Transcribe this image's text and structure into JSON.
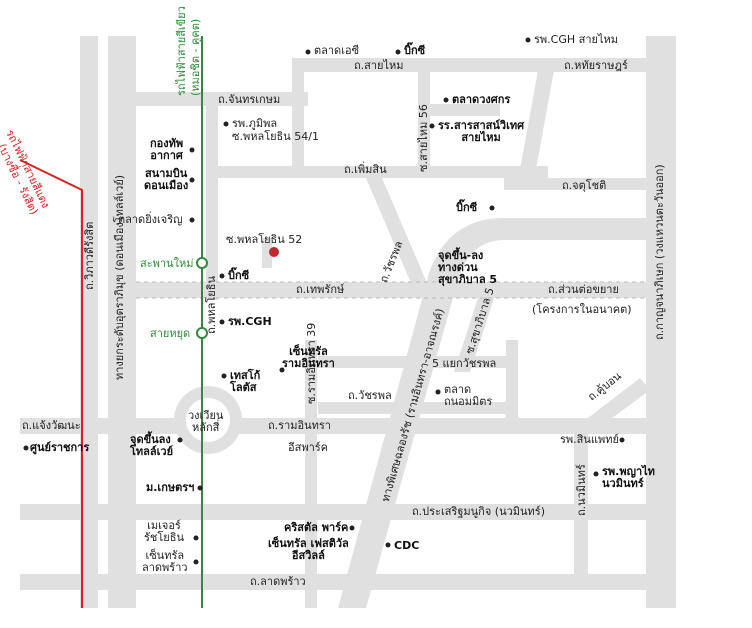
{
  "colors": {
    "road": "#e0e0e0",
    "bts_line": "#2e8b3a",
    "red_line": "#e02020",
    "target": "#c0282e"
  },
  "icons": {
    "target": "target-marker-icon",
    "poi": "poi-dot-icon",
    "station": "station-circle-icon"
  },
  "labels": {
    "bts_title": "รถไฟฟ้าสายสีเขียว",
    "bts_sub": "(หมอชิต - คูคต)",
    "red_title": "รถไฟฟ้าสายสีแดง",
    "red_sub": "(บางซื่อ - รังสิต)",
    "vibhavadi": "ถ.วิภาวดีรังสิต",
    "uttaraphimuk": "ทางยกระดับอุตราภิมุข (ดอนเมืองโทลล์เวย์)",
    "chanhkasem": "ถ.จันทรเกษม",
    "talad_ac": "ตลาดเอซี",
    "big_c_1": "บิ๊กซี",
    "cgh_saimai": "รพ.CGH สายไหม",
    "sai_mai_rd": "ถ.สายไหม",
    "haiyaraj": "ถ.หทัยราษฎร์",
    "bhumibol": "รพ.ภูมิพล",
    "soi_54_1": "ซ.พหลโยธิน 54/1",
    "soi_saimai_56": "ซ.สายไหม 56",
    "talad_wongsakorn": "ตลาดวงศกร",
    "sarasas": "รร.สารสาสน์วิเทศ\nสายไหม",
    "kongtap": "กองทัพ\nอากาศ",
    "donmueang_airport": "สนามบิน\nดอนเมือง",
    "talad_yingcharoen": "ตลาดยิ่งเจริญ",
    "permsin": "ถ.เพิ่มสิน",
    "jorchoti": "ถ.จตุโชติ",
    "big_c_2": "บิ๊กซี",
    "soi_52": "ซ.พหลโยธิน 52",
    "saphan_mai": "สะพานใหม่",
    "big_c_3": "บิ๊กซี",
    "phaholyothin_rd": "ถ.พหลโยธิน",
    "watcharapol_rd": "ถ.วัชรพล",
    "expressway_up": "จุดขึ้น-ลง\nทางด่วน\nสุขาภิบาล 5",
    "theprak": "ถ.เทพรักษ์",
    "extension_rd": "ถ.ส่วนต่อขยาย",
    "future_project": "(โครงการในอนาคต)",
    "kanchanapisek": "ถ.กาญจนาภิเษก (วงแหวนตะวันออก)",
    "sai_yud": "สายหยุด",
    "cgh": "รพ.CGH",
    "sukhaphiban_5": "ซ.สุขาภิบาล 5",
    "expressway_name": "ทางพิเศษฉลองรัช (รามอินทรา-อาจณรงค์)",
    "tesco_lotus": "เทสโก้\nโลตัส",
    "central_ramindra": "เซ็นทรัล\nรามอินทรา",
    "soi_ramindra_39": "ซ.รามอินทรา 39",
    "intersection_5": "5 แยกวัชรพล",
    "watcharapol_2": "ถ.วัชรพล",
    "talad_tanon_mit": "ตลาด\nถนอมมิตร",
    "kubon": "ถ.คู้บอน",
    "laksi_circle": "วงเวียน\nหลักสี่",
    "ramindra_rd": "ถ.รามอินทรา",
    "fashion_island_1": "อีสพาร์ค",
    "chaengwattana": "ถ.แจ้งวัฒนะ",
    "gov_center": "ศูนย์ราชการ",
    "tollway_up": "จุดขึ้นลง\nโทลล์เวย์",
    "sinpat": "รพ.สินแพทย์",
    "phyathai": "รพ.พญาไท\nนวมินทร์",
    "nawamin_rd": "ถ.นวมินทร์",
    "kaset": "ม.เกษตรฯ",
    "prasertmanukit": "ถ.ประเสริฐมนูกิจ (นวมินทร์)",
    "major": "เมเจอร์\nรัชโยธิน",
    "crystal_park": "คริสตัล พาร์ค",
    "central_festival": "เซ็นทรัล เฟสติวัล\nอีสวิลล์",
    "cdc": "CDC",
    "central_ladprao": "เซ็นทรัล\nลาดพร้าว",
    "ladprao": "ถ.ลาดพร้าว"
  }
}
